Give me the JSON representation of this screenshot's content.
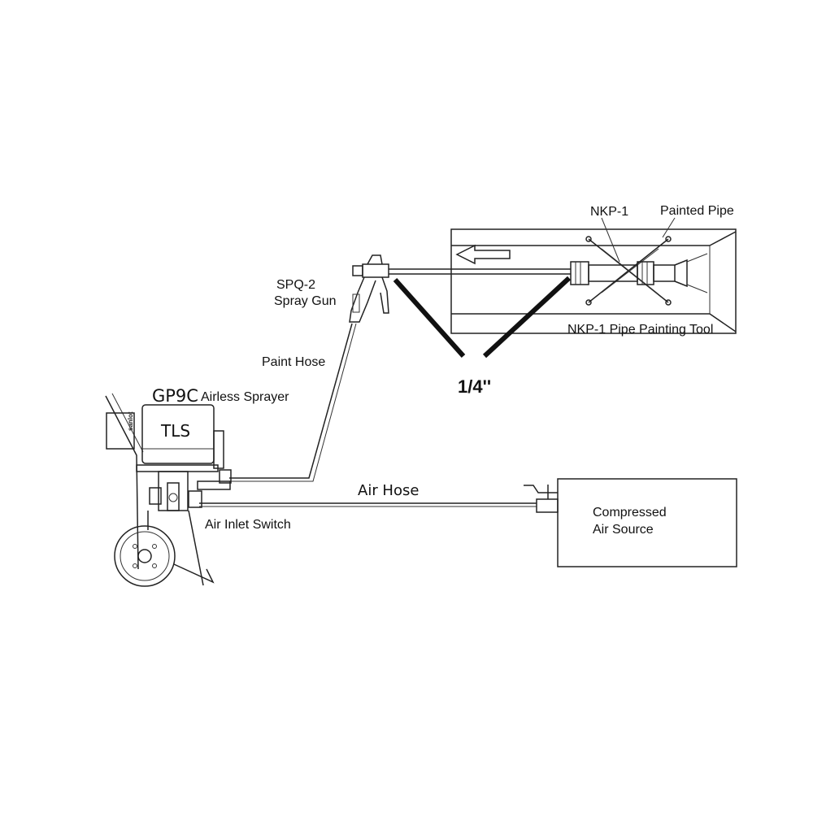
{
  "labels": {
    "nkp1": "NKP-1",
    "painted_pipe": "Painted Pipe",
    "spq2": "SPQ-2",
    "spray_gun": "Spray Gun",
    "tool": "NKP-1 Pipe Painting Tool",
    "paint_hose": "Paint Hose",
    "size": "1/4''",
    "gp9c": "GP9C",
    "airless_sprayer": "Airless Sprayer",
    "tls": "TLS",
    "air_hose": "Air Hose",
    "air_inlet_switch": "Air Inlet Switch",
    "compressed_line1": "Compressed",
    "compressed_line2": "Air Source"
  },
  "colors": {
    "line": "#222222",
    "background": "#ffffff"
  }
}
